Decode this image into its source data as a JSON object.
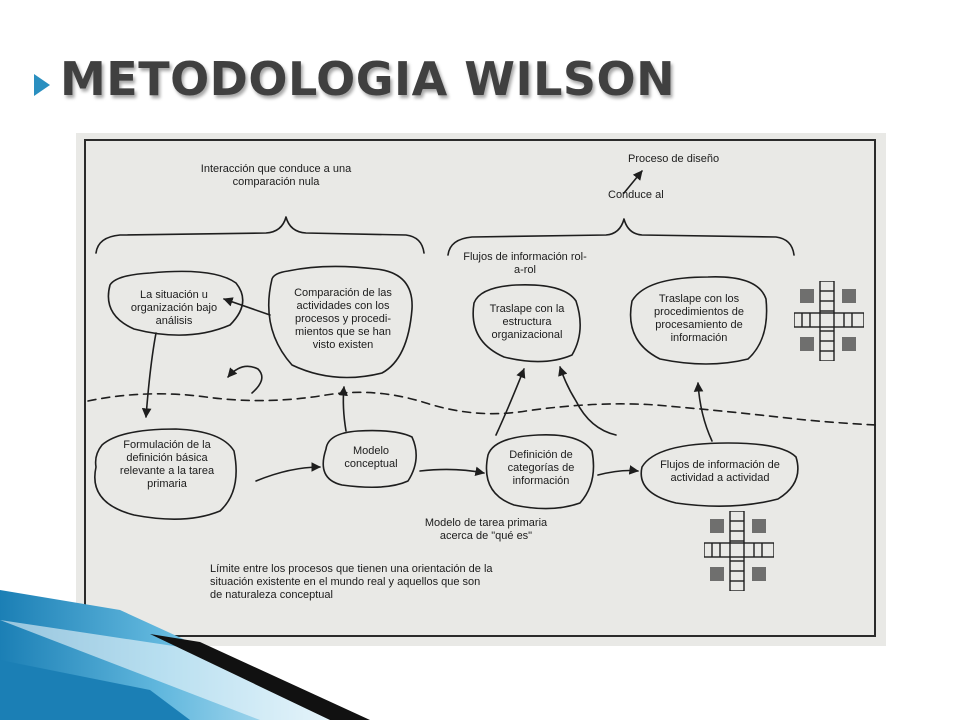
{
  "slide": {
    "title": "METODOLOGIA WILSON",
    "accent_color": "#2a8fc0"
  },
  "diagram": {
    "braces": {
      "left_caption": "Interacción que conduce a una\ncomparación nula",
      "right_caption": "Flujos de información rol-\na-rol",
      "process_design": "Proceso de diseño",
      "leads_to": "Conduce al"
    },
    "nodes": {
      "situacion": "La situación u\norganización bajo\nanálisis",
      "comparacion": "Comparación de las\nactividades con los\nprocesos y procedi-\nmientos que se han\nvisto existen",
      "traslape_estructura": "Traslape con la\nestructura\norganizacional",
      "traslape_procedimientos": "Traslape con los\nprocedimientos de\nprocesamiento de\ninformación",
      "formulacion": "Formulación de la\ndefinición básica\nrelevante a la tarea\nprimaria",
      "modelo_conceptual": "Modelo\nconceptual",
      "definicion_categorias": "Definición de\ncategorías de\ninformación",
      "flujos_actividad": "Flujos de información de\nactividad a actividad"
    },
    "notes": {
      "modelo_tarea": "Modelo de tarea primaria\nacerca de \"qué es\"",
      "limite": "Límite entre los procesos que tienen una orientación de la\nsituación existente en el mundo real y aquellos que son\nde naturaleza conceptual"
    }
  }
}
